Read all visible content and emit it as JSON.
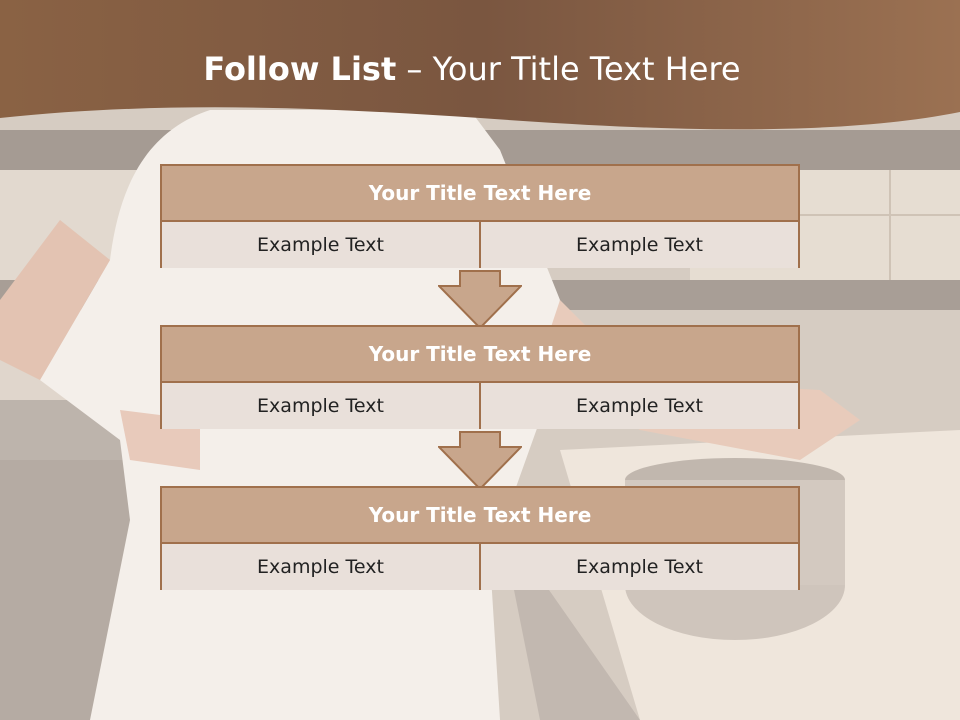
{
  "slide": {
    "title_bold": "Follow List",
    "title_rest": " – Your Title Text Here"
  },
  "steps": [
    {
      "title": "Your Title Text Here",
      "left": "Example Text",
      "right": "Example Text"
    },
    {
      "title": "Your Title Text Here",
      "left": "Example Text",
      "right": "Example Text"
    },
    {
      "title": "Your Title Text Here",
      "left": "Example Text",
      "right": "Example Text"
    }
  ],
  "colors": {
    "banner": "#8a6244",
    "header_fill": "#c8a68c",
    "cell_fill": "#e9e0da",
    "border": "#a0704c"
  },
  "background_image": "woman-in-apron-kitchen-photo"
}
